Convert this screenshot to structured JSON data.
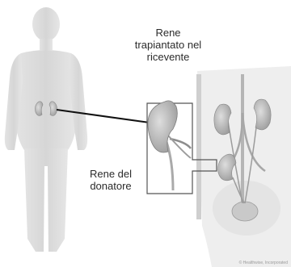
{
  "labels": {
    "recipient_line1": "Rene",
    "recipient_line2": "trapiantato nel",
    "recipient_line3": "ricevente",
    "donor_line1": "Rene del",
    "donor_line2": "donatore"
  },
  "credit": "© Healthwise, Incorporated",
  "colors": {
    "figure": "#dcdcdc",
    "organ": "#bcbcbc",
    "frame": "#555555",
    "text": "#2b2b2b"
  }
}
